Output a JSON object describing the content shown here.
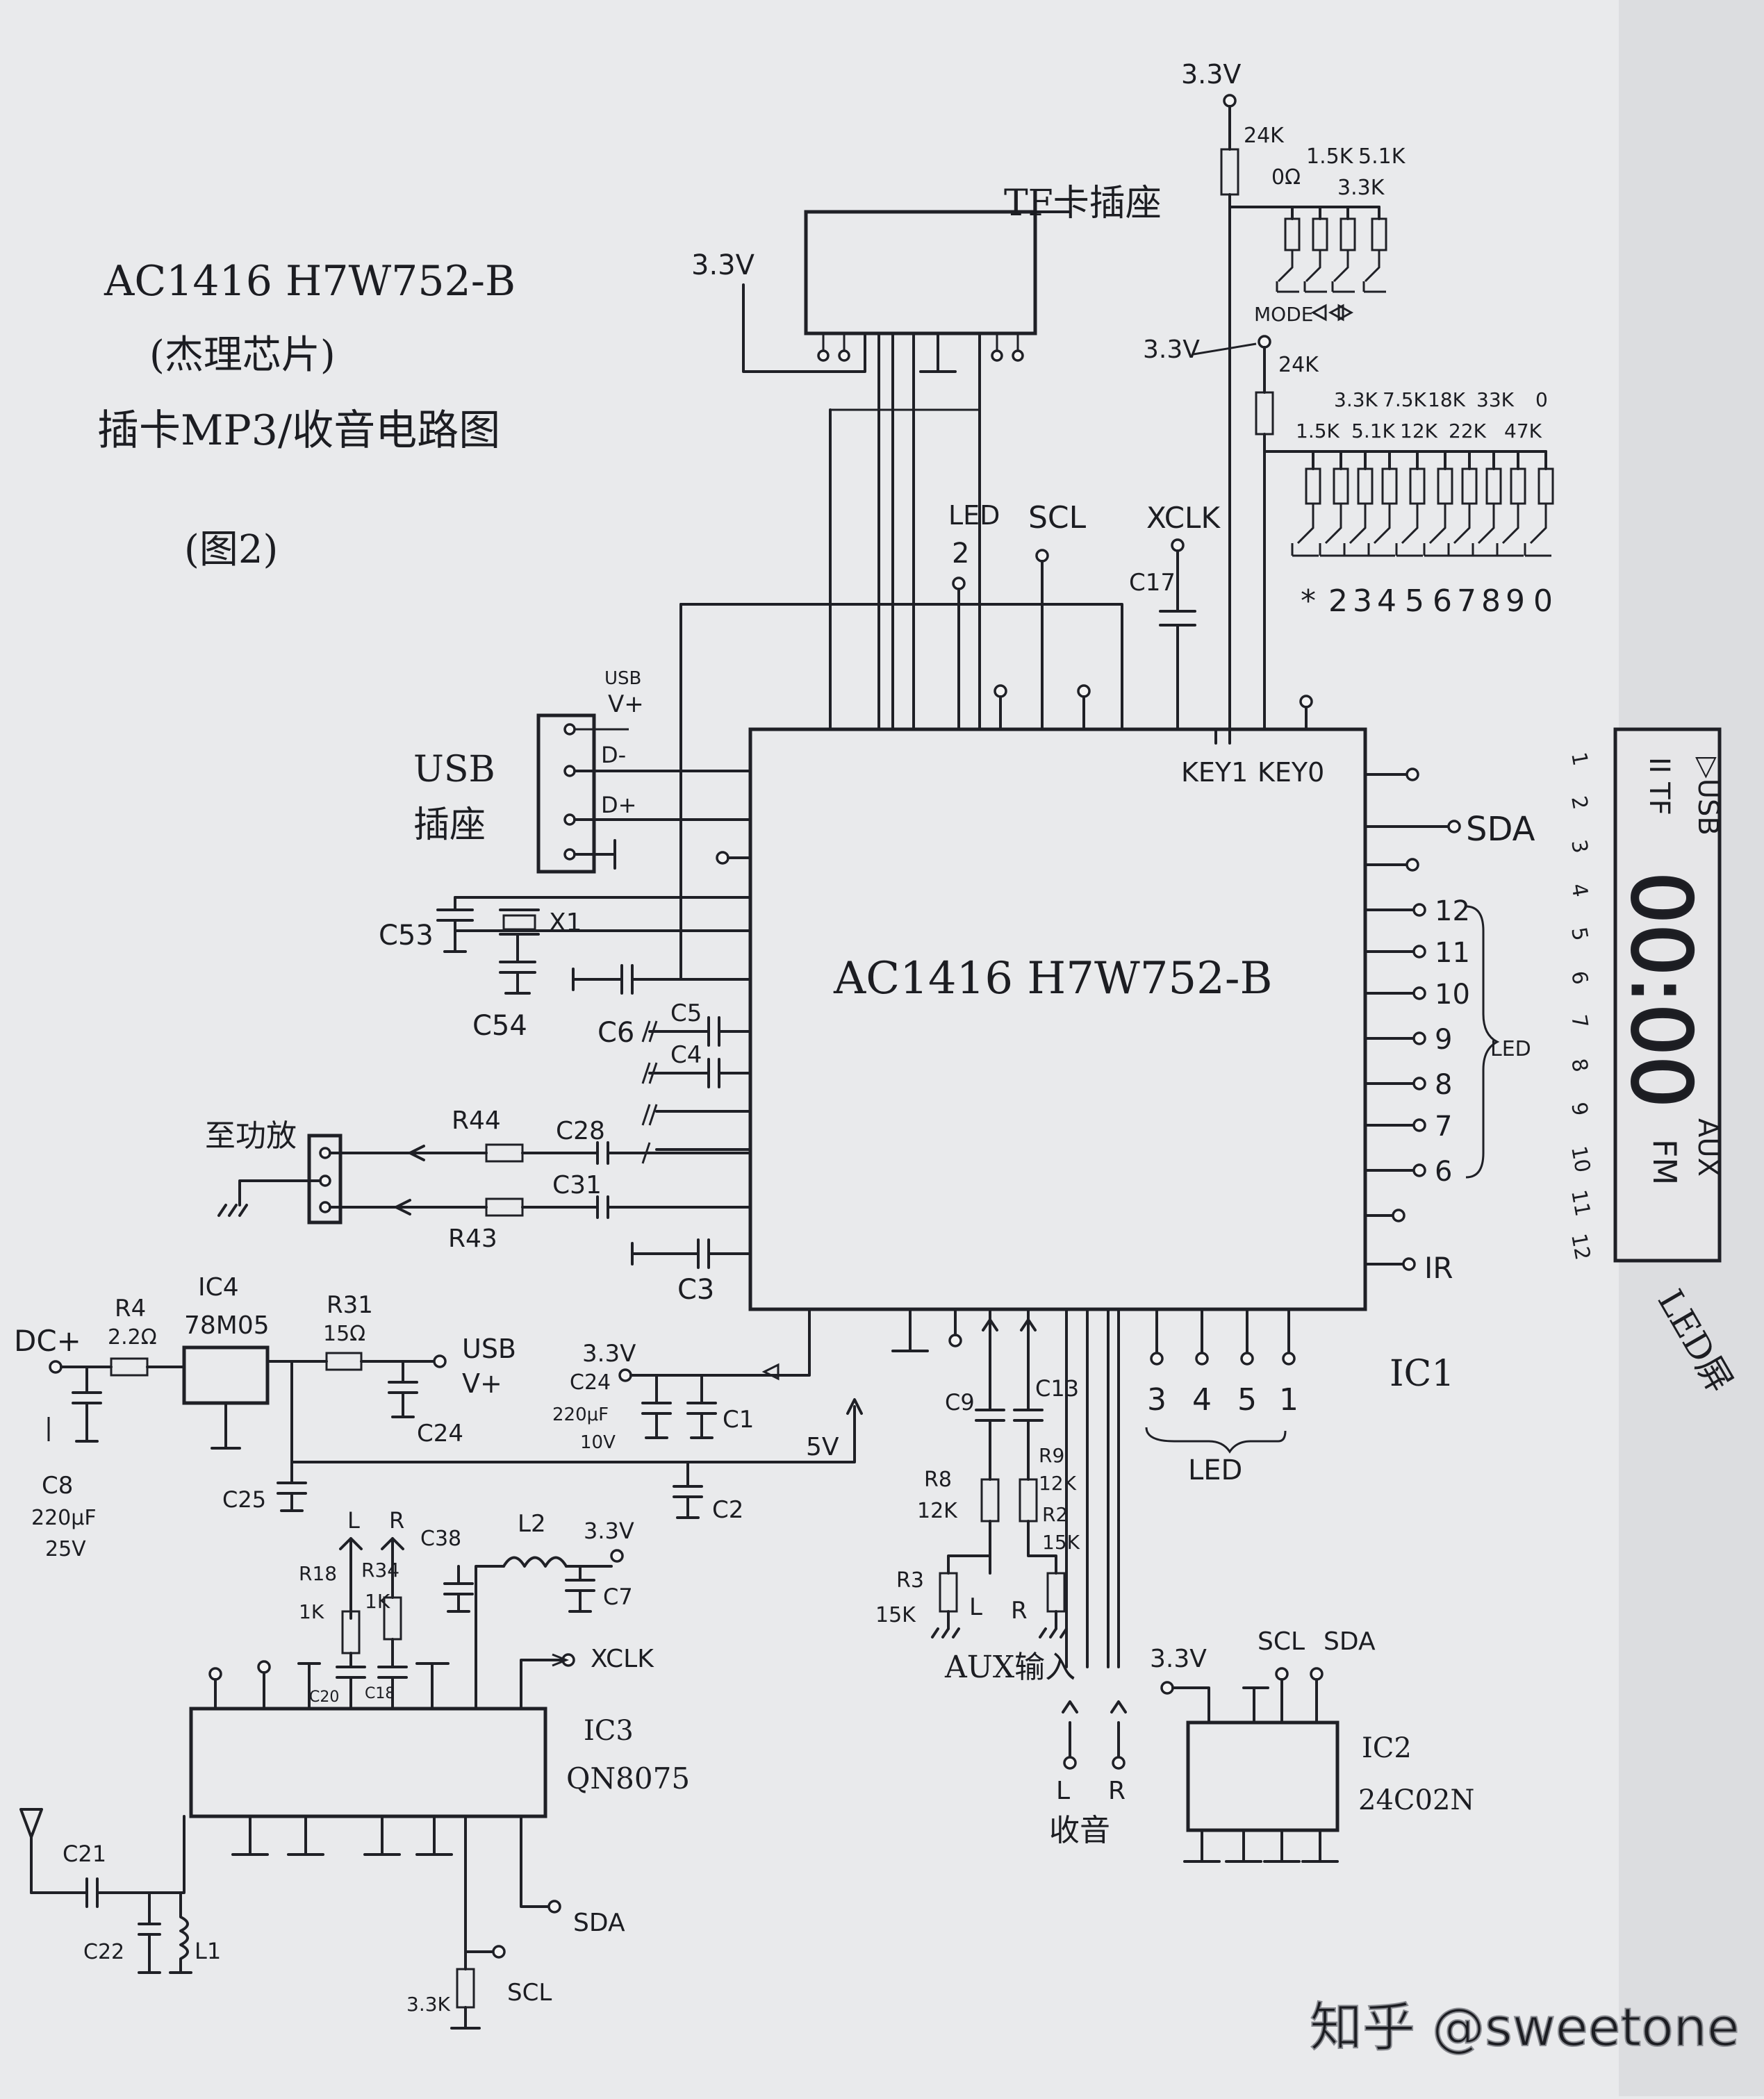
{
  "title": {
    "line1": "AC1416 H7W752-B",
    "line2": "(杰理芯片)",
    "line3": "插卡MP3/收音电路图",
    "line4": "(图2)"
  },
  "ic1": {
    "name": "AC1416 H7W752-B",
    "ref": "IC1",
    "key1": "KEY1",
    "key0": "KEY0"
  },
  "tf_socket": {
    "label": "TF卡插座",
    "supply": "3.3V"
  },
  "usb_socket": {
    "label_line1": "USB",
    "label_line2": "插座",
    "vplus": "V+",
    "dminus": "D-",
    "dplus": "D+",
    "usb_small": "USB"
  },
  "top_pins": {
    "led2_a": "LED",
    "led2_b": "2",
    "scl": "SCL",
    "xclk": "XCLK",
    "c17": "C17"
  },
  "right_pins": {
    "sda": "SDA",
    "ir": "IR",
    "leds": [
      "12",
      "11",
      "10",
      "9",
      "8",
      "7",
      "6"
    ],
    "led_brace": "LED"
  },
  "keys_mode": {
    "supply": "3.3V",
    "pullup": "24K",
    "resistors": [
      "0Ω",
      "1.5K",
      "3.3K",
      "5.1K"
    ],
    "label": "MODE"
  },
  "keys_num": {
    "supply": "3.3V",
    "pullup": "24K",
    "resistors_top": [
      "3.3K",
      "7.5K",
      "18K",
      "33K",
      "0"
    ],
    "resistors_bottom": [
      "1.5K",
      "5.1K",
      "12K",
      "22K",
      "47K"
    ],
    "labels": [
      "*",
      "2",
      "3",
      "4",
      "5",
      "6",
      "7",
      "8",
      "9",
      "0"
    ]
  },
  "crystal": {
    "x1": "X1",
    "c53": "C53",
    "c54": "C54"
  },
  "caps_left": {
    "c6": "C6",
    "c5": "C5",
    "c4": "C4",
    "c3": "C3"
  },
  "amp": {
    "label": "至功放",
    "r44": "R44",
    "r43": "R43",
    "c28": "C28",
    "c31": "C31"
  },
  "power": {
    "dc": "DC+",
    "r4": "R4",
    "r4_val": "2.2Ω",
    "ic4": "IC4",
    "ic4_part": "78M05",
    "r31": "R31",
    "r31_val": "15Ω",
    "usb_v_a": "USB",
    "usb_v_b": "V+",
    "c8": "C8",
    "c8_val_a": "220μF",
    "c8_val_b": "25V",
    "c24": "C24",
    "c25": "C25",
    "v33": "3.3V",
    "c24b": "C24",
    "c24b_val_a": "220μF",
    "c24b_val_b": "10V",
    "c1": "C1",
    "c2": "C2",
    "v5": "5V"
  },
  "aux": {
    "c9": "C9",
    "c13": "C13",
    "r8": "R8",
    "r8_val": "12K",
    "r9": "R9",
    "r9_val": "12K",
    "r3": "R3",
    "r3_val": "15K",
    "r2": "R2",
    "r2_val": "15K",
    "l": "L",
    "r": "R",
    "label": "AUX输入",
    "out_l": "L",
    "out_r": "R",
    "out_label": "收音"
  },
  "bottom_leds": {
    "nums": [
      "3",
      "4",
      "5",
      "1"
    ],
    "label": "LED"
  },
  "ic3": {
    "ref": "IC3",
    "part": "QN8075",
    "l": "L",
    "r": "R",
    "r18": "R18",
    "r18_val": "1K",
    "r34": "R34",
    "r34_val": "1K",
    "c38": "C38",
    "l2": "L2",
    "v33": "3.3V",
    "c7": "C7",
    "c20": "C20",
    "c18": "C18",
    "xclk": "XCLK",
    "c21": "C21",
    "c22": "C22",
    "l1": "L1",
    "sda": "SDA",
    "scl": "SCL",
    "pull": "3.3K"
  },
  "ic2": {
    "ref": "IC2",
    "part": "24C02N",
    "v33": "3.3V",
    "scl": "SCL",
    "sda": "SDA"
  },
  "display": {
    "side_nums": [
      "1",
      "2",
      "3",
      "4",
      "5",
      "6",
      "7",
      "8",
      "9",
      "10",
      "11",
      "12"
    ],
    "usb": "▷USB",
    "tf": "II TF",
    "digits": "00:00",
    "fm": "FM",
    "aux": "AUX",
    "label": "LED屏"
  },
  "watermark": "知乎 @sweetone"
}
